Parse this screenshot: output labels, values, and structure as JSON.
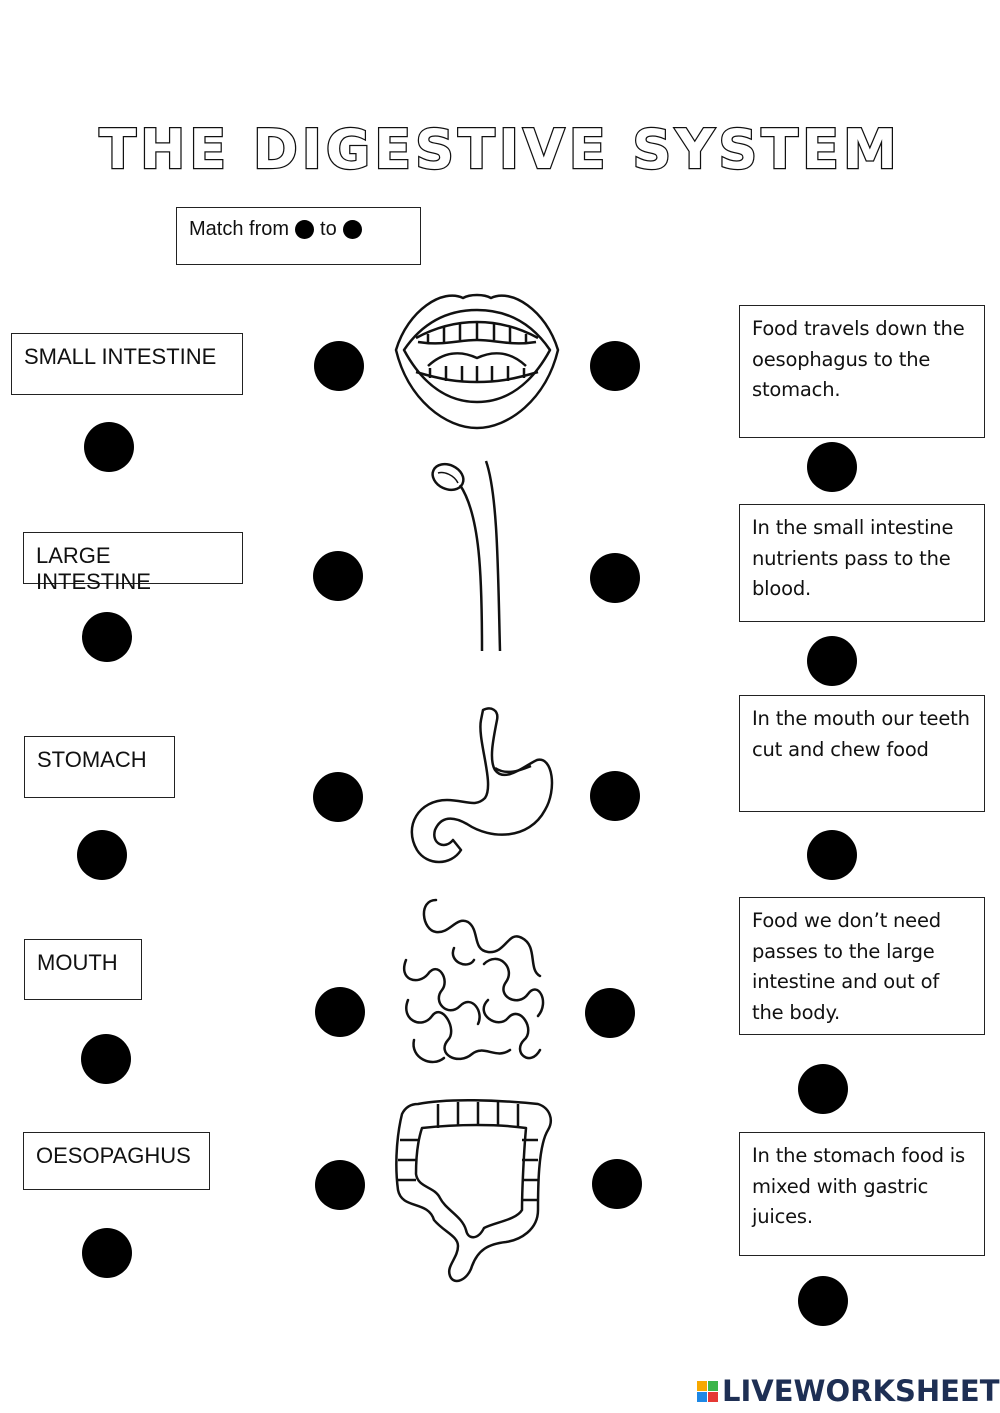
{
  "title": "THE DIGESTIVE SYSTEM",
  "instruction": {
    "prefix": "Match from",
    "middle": "to"
  },
  "organs": [
    {
      "label": "SMALL INTESTINE",
      "picture": "mouth"
    },
    {
      "label": "LARGE INTESTINE",
      "picture": "oesophagus"
    },
    {
      "label": "STOMACH",
      "picture": "stomach"
    },
    {
      "label": "MOUTH",
      "picture": "small-intestine"
    },
    {
      "label": "OESOPAGHUS",
      "picture": "large-intestine"
    }
  ],
  "descriptions": [
    "Food travels down the oesophagus to the stomach.",
    "In the small intestine nutrients pass to the blood.",
    "In the mouth our teeth cut and chew food",
    "Food we don’t need passes to the large intestine and out of the body.",
    "In the stomach food is mixed with gastric juices."
  ],
  "brand": {
    "text": "LIVEWORKSHEETS",
    "colors": [
      "#f7a800",
      "#3cb54a",
      "#1e88e5",
      "#e53935"
    ],
    "text_color": "#1e2f54"
  }
}
